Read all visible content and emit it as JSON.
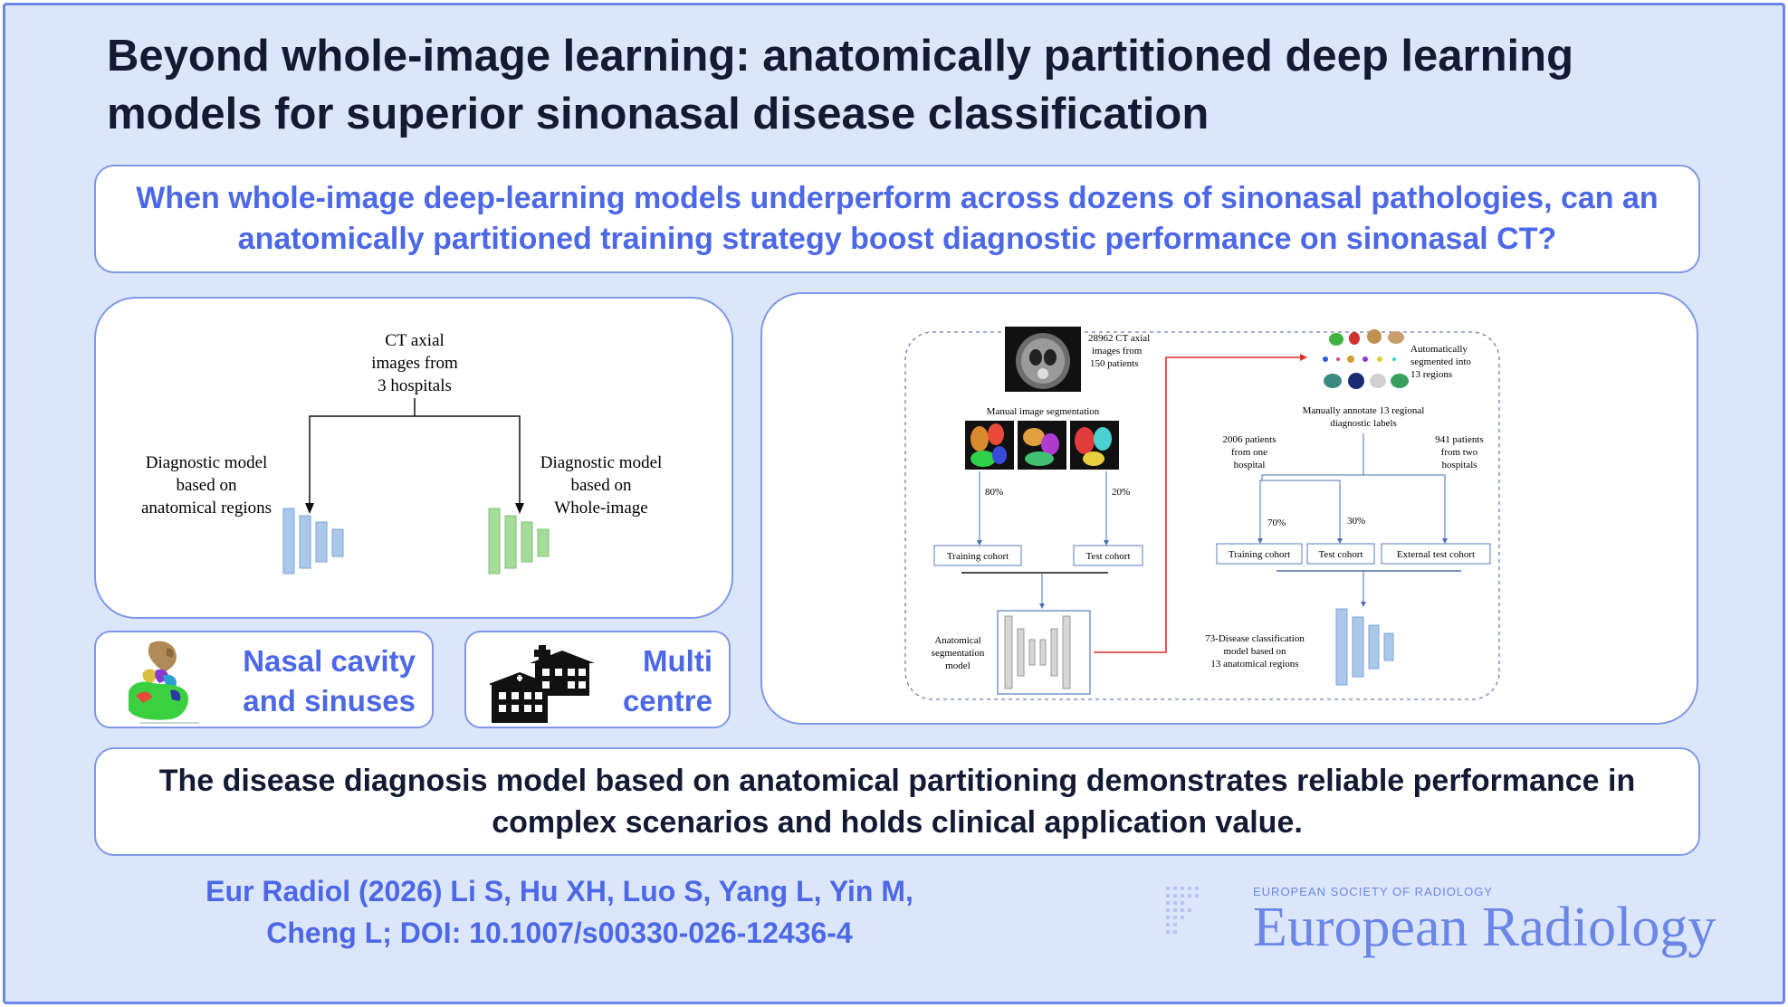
{
  "title": "Beyond whole-image learning: anatomically partitioned deep learning models for superior sinonasal disease classification",
  "question": "When whole-image deep-learning models underperform across dozens of sinonasal pathologies, can an anatomically partitioned training strategy boost diagnostic performance on sinonasal CT?",
  "left_panel": {
    "top_label": [
      "CT axial",
      "images from",
      "3 hospitals"
    ],
    "left_model": [
      "Diagnostic model",
      "based on",
      "anatomical regions"
    ],
    "right_model": [
      "Diagnostic model",
      "based on",
      "Whole-image"
    ]
  },
  "right_panel": {
    "ct_label": [
      "28962 CT axial",
      "images from",
      "150 patients"
    ],
    "manual_segmentation": "Manual image segmentation",
    "pct_80": "80%",
    "pct_20": "20%",
    "training_cohort": "Training cohort",
    "test_cohort": "Test cohort",
    "seg_model": [
      "Anatomical",
      "segmentation",
      "model"
    ],
    "auto_segmented": [
      "Automatically",
      "segmented into",
      "13 regions"
    ],
    "manually_annotate": [
      "Manually annotate 13 regional",
      "diagnostic labels"
    ],
    "cohort_one": [
      "2006 patients",
      "from one",
      "hospital"
    ],
    "cohort_two": [
      "941 patients",
      "from two",
      "hospitals"
    ],
    "pct_70": "70%",
    "pct_30": "30%",
    "training_cohort_2": "Training cohort",
    "test_cohort_2": "Test cohort",
    "external_test": "External test cohort",
    "classification_model": [
      "73-Disease classification",
      "model based on",
      "13 anatomical regions"
    ]
  },
  "chips": {
    "nasal": [
      "Nasal cavity",
      "and sinuses"
    ],
    "multi": [
      "Multi",
      "centre"
    ]
  },
  "conclusion": "The disease diagnosis model based on anatomical partitioning demonstrates reliable performance in complex scenarios and holds clinical application value.",
  "citation": [
    "Eur Radiol (2026) Li S, Hu XH, Luo S, Yang L, Yin M,",
    "Cheng L; DOI: 10.1007/s00330-026-12436-4"
  ],
  "journal": {
    "society": "EUROPEAN SOCIETY OF RADIOLOGY",
    "name": "European Radiology"
  },
  "colors": {
    "accent": "#4d68e6",
    "border": "#7f98e6",
    "background": "#dce6fb",
    "title": "#141a33"
  }
}
